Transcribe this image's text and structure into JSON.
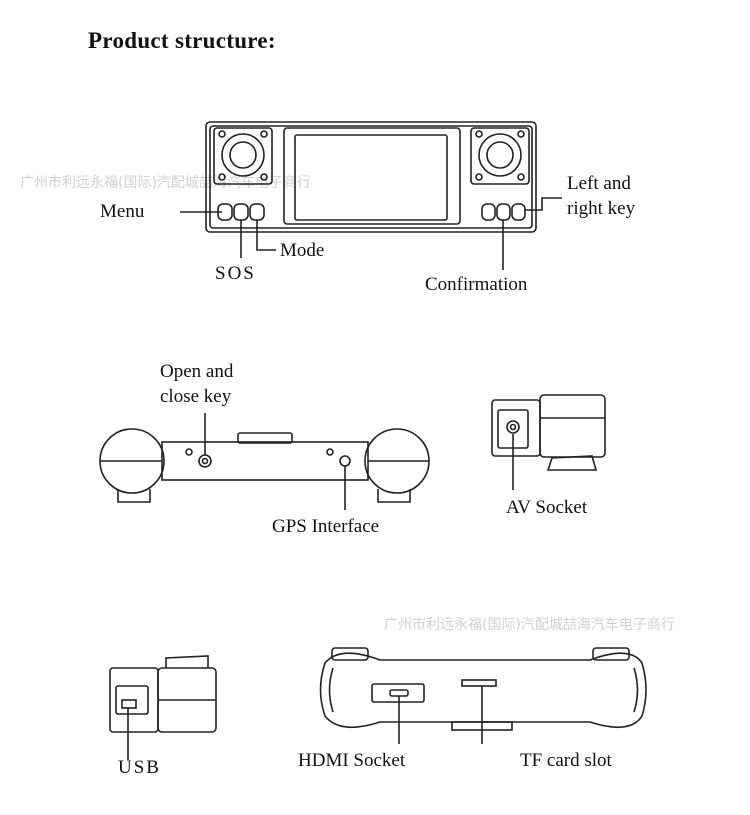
{
  "title": "Product structure:",
  "watermarks": [
    "广州市利远永福(国际)汽配城喆海汽车电子商行",
    "广州市利远永福(国际)汽配城喆海汽车电子商行"
  ],
  "labels": {
    "menu": "Menu",
    "sos": "SOS",
    "mode": "Mode",
    "left_right_key_1": "Left and",
    "left_right_key_2": "right key",
    "confirmation": "Confirmation",
    "open_close_1": "Open and",
    "open_close_2": "close key",
    "gps": "GPS Interface",
    "av": "AV Socket",
    "usb": "USB",
    "hdmi": "HDMI Socket",
    "tf": "TF card slot"
  }
}
